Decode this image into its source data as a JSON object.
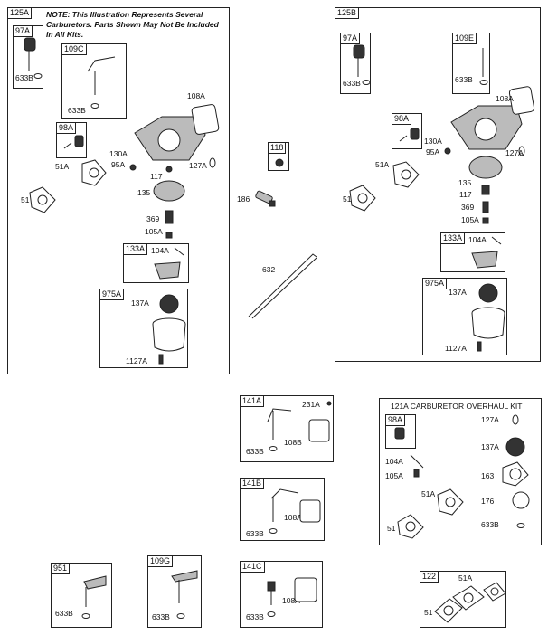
{
  "kits": {
    "k125A": {
      "tag": "125A",
      "note": "NOTE: This Illustration Represents Several Carburetors. Parts Shown May Not Be Included In All Kits."
    },
    "k125B": {
      "tag": "125B"
    },
    "k97A_1": {
      "tag": "97A",
      "washer": "633B"
    },
    "k109C": {
      "tag": "109C",
      "washer": "633B"
    },
    "k98A_1": {
      "tag": "98A"
    },
    "k133A_1": {
      "tag": "133A",
      "part": "104A"
    },
    "k975A_1": {
      "tag": "975A",
      "p1": "137A",
      "p2": "1127A"
    },
    "k97A_2": {
      "tag": "97A",
      "washer": "633B"
    },
    "k109E": {
      "tag": "109E",
      "washer": "633B"
    },
    "k98A_2": {
      "tag": "98A"
    },
    "k133A_2": {
      "tag": "133A",
      "part": "104A"
    },
    "k975A_2": {
      "tag": "975A",
      "p1": "137A",
      "p2": "1127A"
    },
    "k118": {
      "tag": "118"
    },
    "k141A": {
      "tag": "141A",
      "p1": "231A",
      "p2": "108B",
      "washer": "633B"
    },
    "k141B": {
      "tag": "141B",
      "p1": "108A",
      "washer": "633B"
    },
    "k141C": {
      "tag": "141C",
      "p1": "108A",
      "washer": "633B"
    },
    "k951": {
      "tag": "951",
      "washer": "633B"
    },
    "k109G": {
      "tag": "109G",
      "washer": "633B"
    },
    "k122": {
      "tag": "122",
      "p1": "51A",
      "p2": "51"
    },
    "k121A": {
      "title": "121A CARBURETOR OVERHAUL KIT",
      "tag98": "98A",
      "labels": [
        "127A",
        "137A",
        "104A",
        "105A",
        "163",
        "51A",
        "176",
        "51",
        "633B"
      ]
    }
  },
  "parts_125A": [
    "108A",
    "130A",
    "95A",
    "127A",
    "51A",
    "117",
    "135",
    "51",
    "369",
    "105A"
  ],
  "parts_125B": [
    "108A",
    "130A",
    "95A",
    "127A",
    "51A",
    "135",
    "117",
    "51",
    "369",
    "105A"
  ],
  "loose_parts": [
    "186",
    "632"
  ]
}
